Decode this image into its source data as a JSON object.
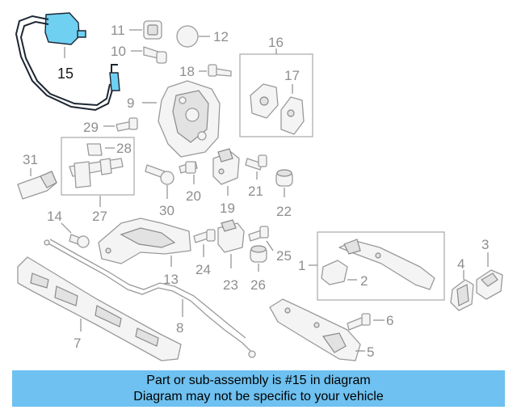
{
  "diagram": {
    "callouts": [
      "1",
      "2",
      "3",
      "4",
      "5",
      "6",
      "7",
      "8",
      "9",
      "10",
      "11",
      "12",
      "13",
      "14",
      "15",
      "16",
      "17",
      "18",
      "19",
      "20",
      "21",
      "22",
      "23",
      "24",
      "25",
      "26",
      "27",
      "28",
      "29",
      "30",
      "31"
    ],
    "highlighted_part": "15",
    "highlight_color": "#6fd0f2"
  },
  "banner": {
    "line1": "Part or sub-assembly is #15 in diagram",
    "line2": "Diagram may not be specific to your vehicle",
    "background": "#6ec1f0"
  }
}
